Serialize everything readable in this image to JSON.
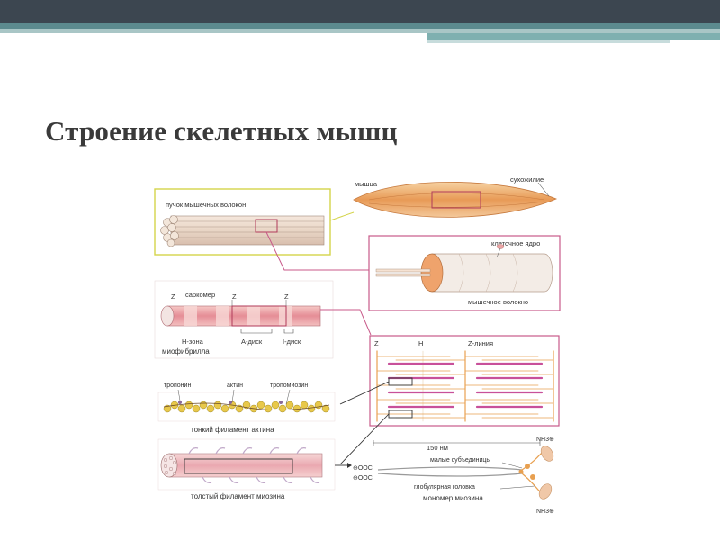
{
  "slide": {
    "title": "Строение скелетных мышц"
  },
  "labels": {
    "muscle": "мышца",
    "tendon": "сухожилие",
    "fiber_bundle": "пучок мышечных волокон",
    "cell_nucleus": "клеточное ядро",
    "muscle_fiber": "мышечное волокно",
    "sarcomere": "саркомер",
    "z1": "Z",
    "z2": "Z",
    "z3": "Z",
    "h_zone": "Н-зона",
    "a_disk": "А-диск",
    "i_disk": "I-диск",
    "myofibril": "миофибрилла",
    "z_letter": "Z",
    "h_letter": "H",
    "z_line": "Z-линия",
    "troponin": "тропонин",
    "actin": "актин",
    "tropomyosin": "тропомиозин",
    "thin_filament": "тонкий филамент актина",
    "nm150": "150 нм",
    "small_subunits": "малые субъединицы",
    "globular_head": "глобулярная головка",
    "thick_filament": "толстый филамент миозина",
    "myosin_monomer": "мономер миозина",
    "ooc1": "⊖OOC",
    "ooc2": "⊖OOC",
    "nh3_top": "NH3⊕",
    "nh3_bottom": "NH3⊕"
  },
  "colors": {
    "frame_yellow": "#d8d94a",
    "frame_magenta": "#c85a8a",
    "muscle_orange": "#e8a060",
    "fiber_pink": "#f0b4b0",
    "actin_yellow": "#e8c84a"
  }
}
